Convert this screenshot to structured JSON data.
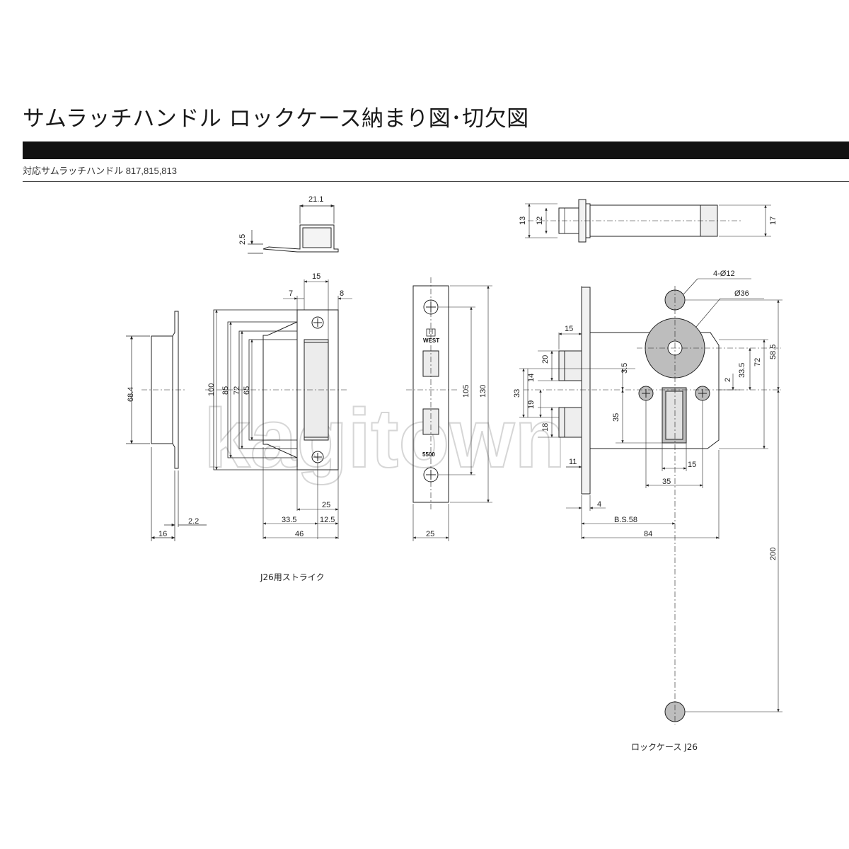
{
  "header": {
    "title": "サムラッチハンドル ロックケース納まり図･切欠図",
    "subtitle": "対応サムラッチハンドル 817,815,813"
  },
  "watermark": "kagitown",
  "captions": {
    "strike": "J26用ストライク",
    "lockcase": "ロックケース J26"
  },
  "front_plate_labels": {
    "logo": "WEST",
    "model": "5500"
  },
  "dimensions": {
    "strike_top_width": "21.1",
    "strike_thickness": "2.5",
    "strike_height": "68.4",
    "strike_depth": "16",
    "strike_lip": "2.2",
    "mortise_top": "15",
    "mortise_left": "7",
    "mortise_right": "8",
    "mortise_100": "100",
    "mortise_85": "85",
    "mortise_72": "72",
    "mortise_65": "65",
    "mortise_25": "25",
    "mortise_33_5": "33.5",
    "mortise_12_5": "12.5",
    "mortise_46": "46",
    "face_105": "105",
    "face_130": "130",
    "face_width": "25",
    "top_13": "13",
    "top_12": "12",
    "top_17": "17",
    "holes": "4-Ø12",
    "spindle": "Ø36",
    "case_15_top": "15",
    "case_20": "20",
    "case_3_5": "3.5",
    "case_33": "33",
    "case_14": "14",
    "case_19": "19",
    "case_35_v": "35",
    "case_18": "18",
    "case_11": "11",
    "case_2": "2",
    "case_33_5": "33.5",
    "case_72": "72",
    "case_58_5": "58.5",
    "case_15_bottom": "15",
    "case_35_bottom": "35",
    "case_4": "4",
    "backset": "B.S.58",
    "case_84": "84",
    "case_200": "200"
  }
}
